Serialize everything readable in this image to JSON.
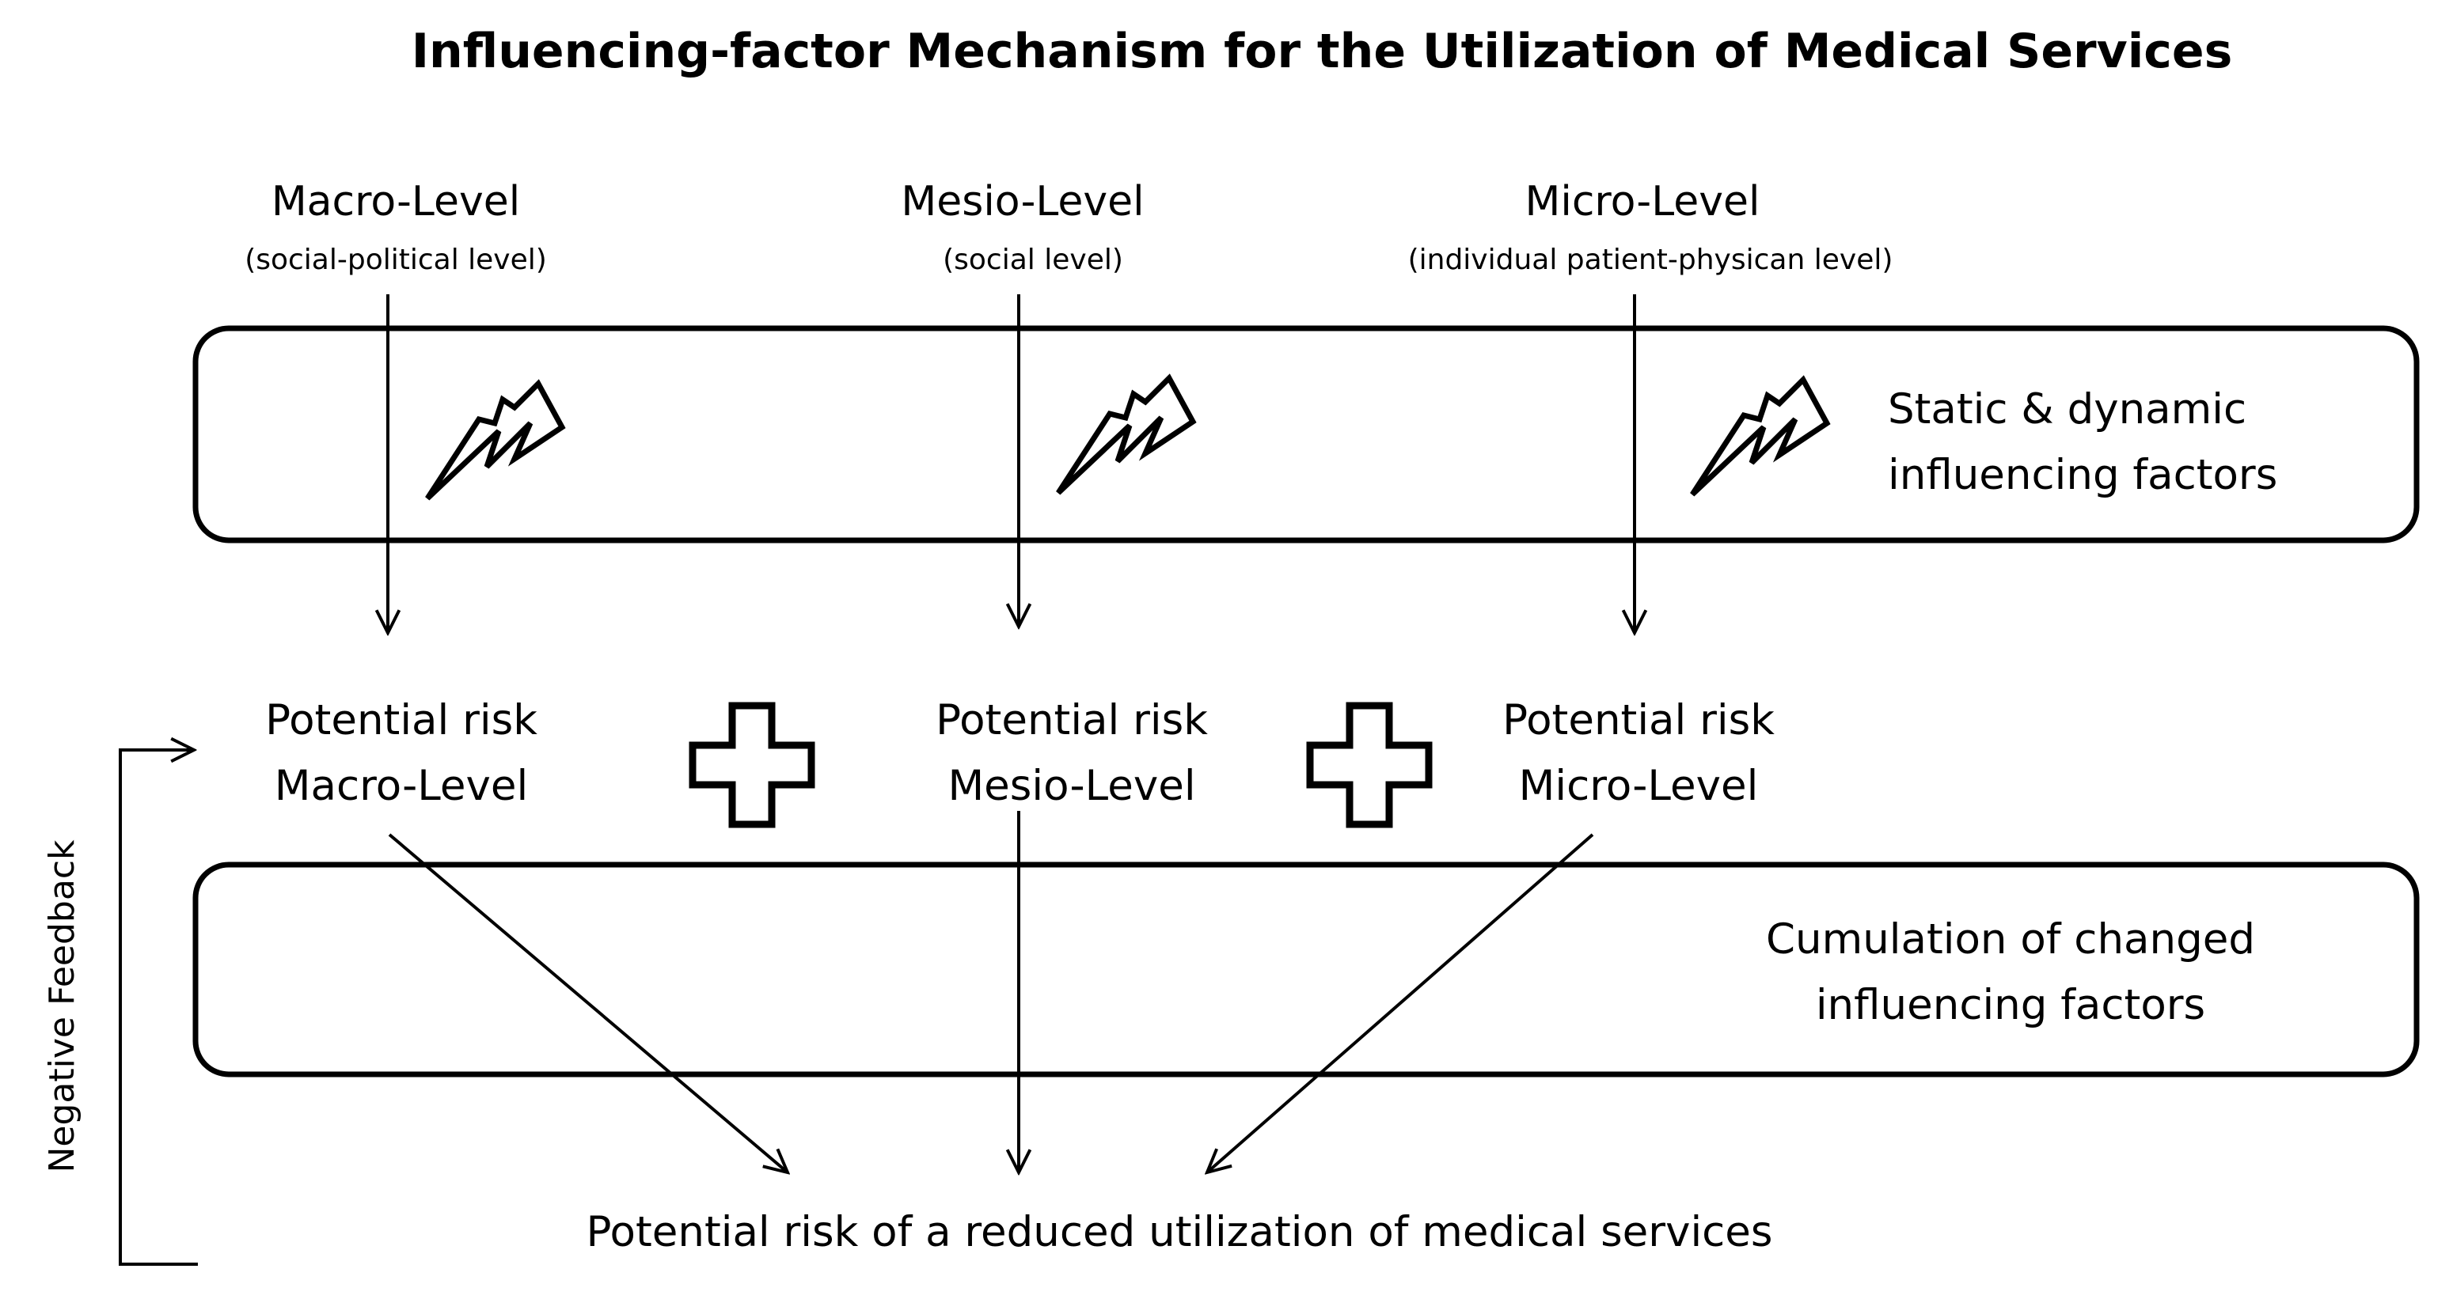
{
  "title": "Influencing-factor Mechanism for the Utilization of Medical Services",
  "levels": [
    {
      "name": "Macro-Level",
      "sub": "(social-political level)"
    },
    {
      "name": "Mesio-Level",
      "sub": "(social level)"
    },
    {
      "name": "Micro-Level",
      "sub": "(individual patient-physican level)"
    }
  ],
  "box_top": {
    "line1": "Static & dynamic",
    "line2": "influencing factors"
  },
  "risks": [
    {
      "line1": "Potential risk",
      "line2": "Macro-Level"
    },
    {
      "line1": "Potential risk",
      "line2": "Mesio-Level"
    },
    {
      "line1": "Potential risk",
      "line2": "Micro-Level"
    }
  ],
  "box_bottom": {
    "line1": "Cumulation of changed",
    "line2": "influencing factors"
  },
  "bottom_text": "Potential risk of a reduced utilization of medical services",
  "feedback_label": "Negative Feedback",
  "icons": [
    "lightning-icon",
    "plus-icon"
  ],
  "colors": {
    "stroke": "#000000",
    "background": "#ffffff"
  }
}
